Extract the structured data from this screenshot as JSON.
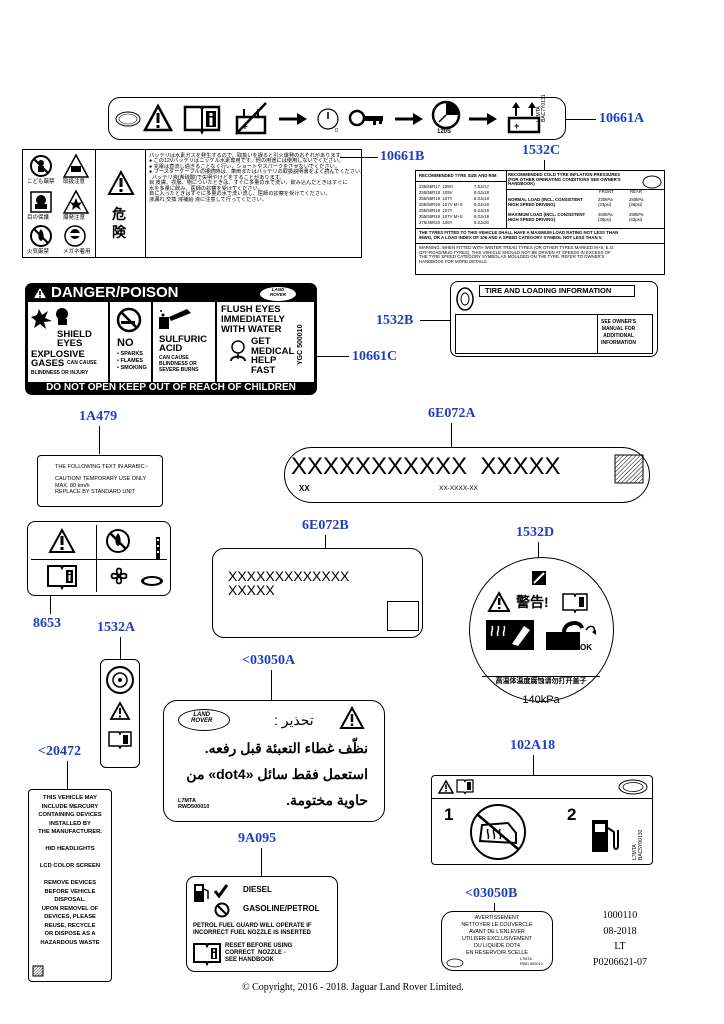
{
  "callouts": {
    "c10661A": "10661A",
    "c10661B": "10661B",
    "c1532C": "1532C",
    "c1532B": "1532B",
    "c10661C": "10661C",
    "c1A479": "1A479",
    "c6E072A": "6E072A",
    "c8653": "8653",
    "c6E072B": "6E072B",
    "c1532D": "1532D",
    "c1532A": "1532A",
    "c03050A": "<03050A",
    "c20472": "<20472",
    "c102A18": "102A18",
    "c9A095": "9A095",
    "c03050B": "<03050B"
  },
  "label_10661A": {
    "text_120s": "120S",
    "side_code": "L7MTA\nBAC7Y0131"
  },
  "label_10661B": {
    "jp_icon_labels": [
      "こども厳禁",
      "取扱注意",
      "目の保護",
      "爆発注意",
      "火気厳禁",
      "メガネ着用"
    ],
    "danger": "危\n険",
    "jp_lines": [
      "バッテリは水素ガスを発生するので、取扱いを誤ると引火爆発のおそれがあります。",
      "● この12Vバッテリはニッケル水素専用です。他の用途には使用しないでください。",
      "● 充電は直流し過ぎることなく行い、ショートやスパークをさせないでください。",
      "● ブースターケーブルの接続時は、車両またはバッテリの取扱説明書をよく読んでください。",
      "  バッテリ液(希硫酸)で失明やけどをすることがあります。",
      "目 皮膚、衣服、物についたときは、すぐに多量の水で洗い、飲み込んだときはすぐに",
      "水を多量に飲み、医師の診察を受けてください。",
      "目に入ったときはすぐに多量の水で洗い流し、医師の診察を受けてください。",
      "液漏れ 交換 液補給 液に注意して行ってください。"
    ]
  },
  "label_1532C": {
    "col1_header": "RECOMMENDED TYRE SIZE AND RIM",
    "col2_header": "RECOMMENDED COLD TYRE INFLATION PRESSURES\n(FOR OTHER OPERATING CONDITIONS SEE OWNER'S\nHANDBOOK)",
    "front": "FRONT",
    "rear": "REAR",
    "sizes": "235/65R17  108H\n255/55R18  109V\n255/55R19  107Y\n255/50R19  107V M+S\n255/50R19  107Y\n255/55R19  107V M+S\n275/45R20  106Y",
    "rims": "7.5Jx17\n8.0Jx18\n8.0Jx19\n8.0Jx19\n8.0Jx19\n8.0Jx19\n9.0Jx20",
    "normal": "NORMAL LOAD (INCL. CONSISTENT\nHIGH SPEED DRIVING)",
    "normal_front": "230kPa\n(33psi)",
    "normal_rear": "250kPa\n(36psi)",
    "max": "MAXIMUM LOAD (INCL. CONSISTENT\nHIGH SPEED DRIVING)",
    "max_front": "260kPa\n(38psi)",
    "max_rear": "290kPa\n(42psi)",
    "note1": "THE TYRES FITTED TO THIS VEHICLE SHALL HAVE A MAXIMUM LOAD RATING NOT LESS THAN\n95WG, OR A LOAD INDEX OF 106 AND A SPEED CATEGORY SYMBOL NOT LESS THAN V.",
    "note2": "WARNING: WHEN FITTED WITH WINTER TREAD TYRES (OR OTHER TYRES MARKED M+S, E.G.\nOFF-ROAD/MUD TYRES), THIS VEHICLE SHOULD NOT BE DRIVEN AT SPEEDS IN EXCESS OF\nTHE TYRE SPEED CATEGORY SYMBOL AS MOULDED ON THE TYRE. REFER TO OWNER'S\nHANDBOOK FOR MORE DETAILS."
  },
  "label_1532B": {
    "title": "TIRE AND LOADING INFORMATION",
    "side": "SEE OWNER'S\nMANUAL FOR\nADDITIONAL\nINFORMATION"
  },
  "label_10661C": {
    "title": "DANGER/POISON",
    "brand": "LAND\nROVER",
    "shield": "SHIELD\nEYES",
    "explosive": "EXPLOSIVE\nGASES",
    "explosive_small": "CAN CAUSE",
    "blindness": "BLINDNESS OR INJURY",
    "no": "NO",
    "no_items": "• SPARKS\n• FLAMES\n• SMOKING",
    "sulfuric": "SULFURIC\nACID",
    "sulfuric_small": "CAN CAUSE\nBLINDNESS OR\nSEVERE BURNS",
    "flush": "FLUSH EYES\nIMMEDIATELY\nWITH WATER",
    "get": "GET\nMEDICAL\nHELP\nFAST",
    "code": "YGC 500010",
    "footer": "DO NOT OPEN KEEP OUT OF REACH OF CHILDREN"
  },
  "label_1A479": {
    "text": "THE FOLLOWING TEXT IN ARABIC:-\n\nCAUTION! TEMPORARY USE ONLY\nMAX. 80 km/h\nREPLACE BY STANDARD UNIT"
  },
  "label_6E072A": {
    "main": "XXXXXXXXXXX  XXXXX",
    "sub_left": "XX",
    "sub_right": "XX-XXXX-XX"
  },
  "label_6E072B": {
    "main": "XXXXXXXXXXXXX\nXXXXX"
  },
  "label_1532D": {
    "warning": "警告!",
    "chinese": "高温体温度腐蚀请勿打开盖子",
    "pressure": "140kPa",
    "ok": "OK"
  },
  "label_03050A": {
    "brand": "LAND\nROVER",
    "arabic_title": "تحذير :",
    "arabic_l1": "نظّف غطاء التعبئة قبل رفعه.",
    "arabic_l2": "استعمل فقط سائل «dot4» من",
    "arabic_l3": "حاوية مختومة.",
    "code": "L7MTA\nRWD500010"
  },
  "label_20472": {
    "text": "THIS VEHICLE MAY\nINCLUDE MERCURY\nCONTAINING DEVICES\nINSTALLED BY\nTHE MANUFACTURER.\n\nHID HEADLIGHTS\n\nLCD COLOR SCREEN\n\nREMOVE DEVICES\nBEFORE VEHICLE\nDISPOSAL.\nUPON REMOVEL OF\nDEVICES, PLEASE\nREUSE, RECYCLE\nOR DISPOSE AS A\nHAZARDOUS WASTE"
  },
  "label_102A18": {
    "n1": "1",
    "n2": "2",
    "code": "L7MTA\nBAC5Y00130"
  },
  "label_9A095": {
    "diesel": "DIESEL",
    "gasoline": "GASOLINE/PETROL",
    "guard": "PETROL FUEL GUARD WILL OPERATE IF\nINCORRECT FUEL NOZZLE IS INSERTED",
    "reset": "RESET BEFORE USING\nCORRECT  NOZZLE -\nSEE HANDBOOK"
  },
  "label_03050B": {
    "text": "AVERTISSEMENT\nNETTOYER LE COUVERCLE\nAVANT DE L'ENLEVER\nUTILISER EXCLUSIVEMENT\nDU LIQUIDE DOT4\nEN RESERVOIR SCELLE",
    "code": "L7MTA\nRWD 500010"
  },
  "ref_block": {
    "l1": "1000110",
    "l2": "08-2018",
    "l3": "LT",
    "l4": "P0206621-07"
  },
  "copyright": "© Copyright, 2016 - 2018. Jaguar Land Rover Limited."
}
